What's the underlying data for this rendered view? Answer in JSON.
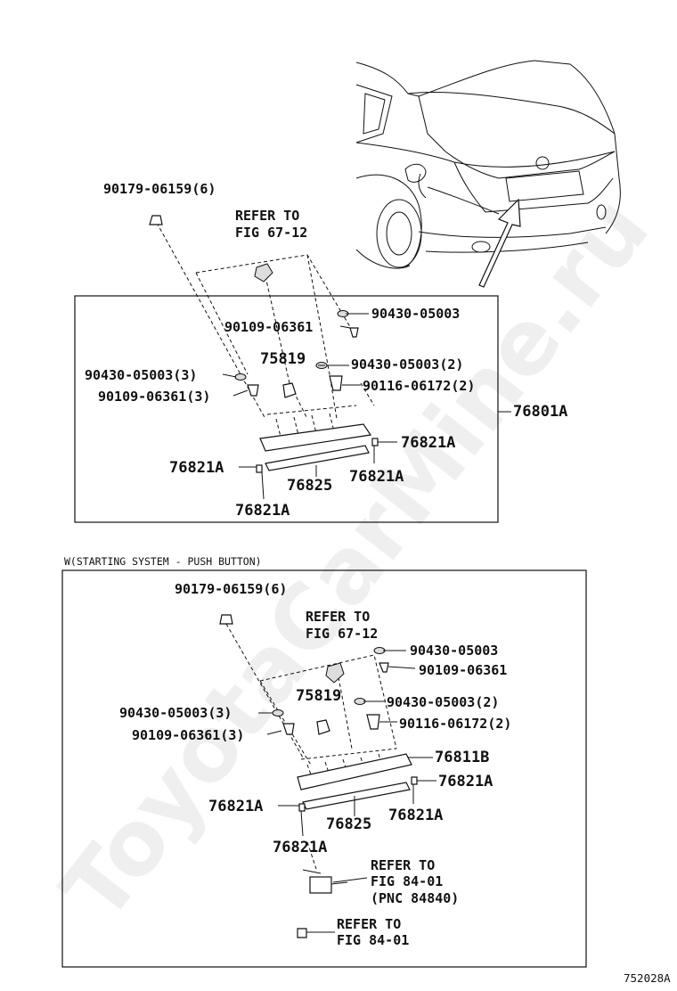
{
  "watermark": "ToyotaCarMine.ru",
  "figure_code": "752028A",
  "upper": {
    "labels": {
      "clip_count6": "90179-06159(6)",
      "refer1": "REFER TO",
      "refer1b": "FIG 67-12",
      "nut1": "90430-05003",
      "screw1": "90109-06361",
      "emblem": "75819",
      "nut2": "90430-05003(2)",
      "nut3": "90430-05003(3)",
      "bolt2": "90116-06172(2)",
      "screw3": "90109-06361(3)",
      "assy": "76801A",
      "pad_r": "76821A",
      "pad_l": "76821A",
      "strip": "76825",
      "pad_rb": "76821A",
      "pad_lb": "76821A"
    }
  },
  "lower": {
    "section_title": "W(STARTING SYSTEM - PUSH BUTTON)",
    "labels": {
      "clip_count6": "90179-06159(6)",
      "refer1": "REFER TO",
      "refer1b": "FIG 67-12",
      "nut1": "90430-05003",
      "screw1": "90109-06361",
      "emblem": "75819",
      "nut2": "90430-05003(2)",
      "nut3": "90430-05003(3)",
      "bolt2": "90116-06172(2)",
      "screw3": "90109-06361(3)",
      "assy": "76811B",
      "pad_r": "76821A",
      "pad_l": "76821A",
      "strip": "76825",
      "pad_rb": "76821A",
      "pad_lb": "76821A",
      "refer2": "REFER TO",
      "refer2b": "FIG 84-01",
      "refer2c": "(PNC 84840)",
      "refer3": "REFER TO",
      "refer3b": "FIG 84-01"
    }
  }
}
